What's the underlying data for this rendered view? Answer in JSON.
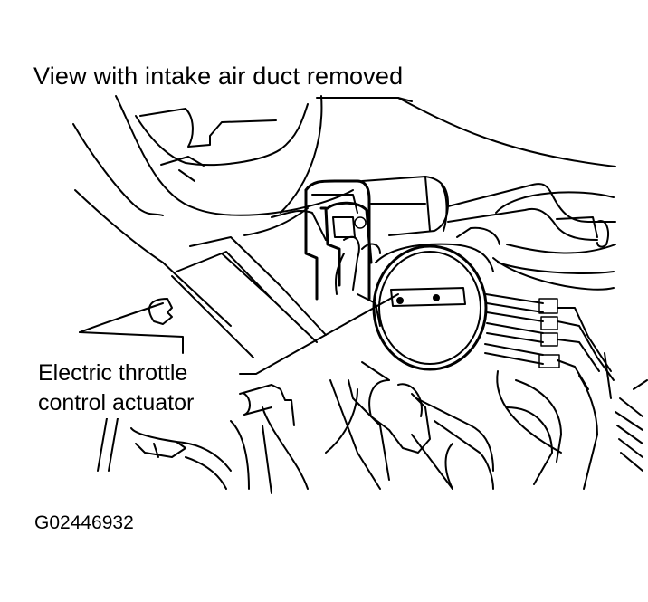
{
  "diagram": {
    "title": "View with intake air duct removed",
    "callouts": [
      {
        "id": "electric-throttle-control-actuator",
        "line1": "Electric throttle",
        "line2": "control actuator"
      }
    ],
    "figure_id": "G02446932",
    "colors": {
      "line": "#000000",
      "background": "#ffffff"
    }
  }
}
